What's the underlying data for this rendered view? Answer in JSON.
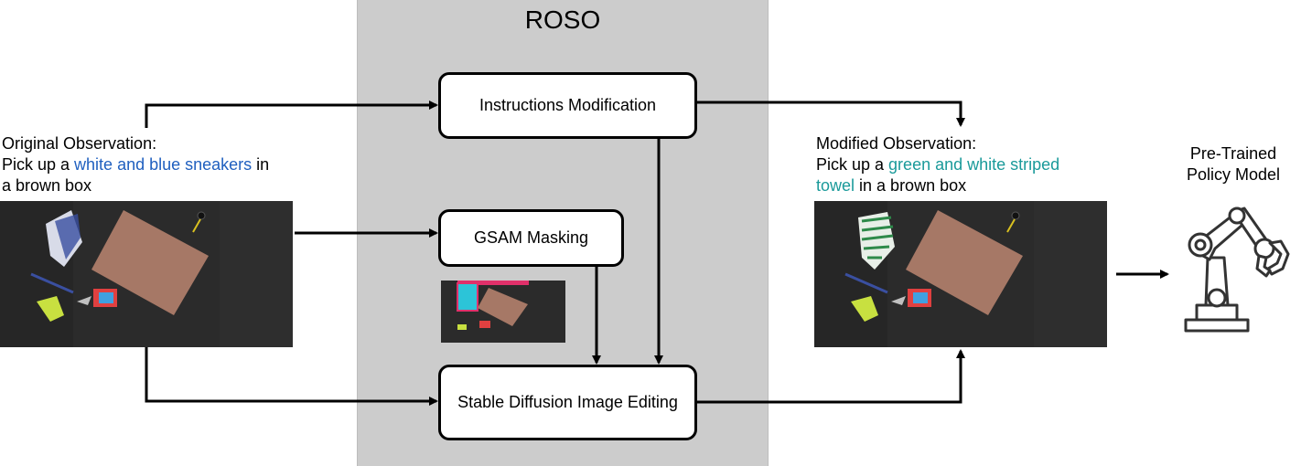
{
  "title": "ROSO",
  "boxes": {
    "instructions": "Instructions Modification",
    "gsam": "GSAM Masking",
    "stable_diffusion": "Stable Diffusion Image Editing"
  },
  "original": {
    "heading": "Original Observation:",
    "line_pre": "Pick up a ",
    "highlight": "white and blue sneakers",
    "line_post": " in",
    "line2": "a brown box"
  },
  "modified": {
    "heading": "Modified Observation:",
    "line_pre": "Pick up a ",
    "highlight1": "green and white striped",
    "highlight2": "towel",
    "line_post": " in a brown box"
  },
  "policy": {
    "line1": "Pre-Trained",
    "line2": "Policy Model"
  },
  "icons": [
    "robot-arm-icon"
  ],
  "colors": {
    "panel": "#cccccc",
    "highlight_original": "#1f5fbf",
    "highlight_modified": "#1a9a9a",
    "scene_bg": "#2b2b2b",
    "box_brown": "#a67866"
  }
}
